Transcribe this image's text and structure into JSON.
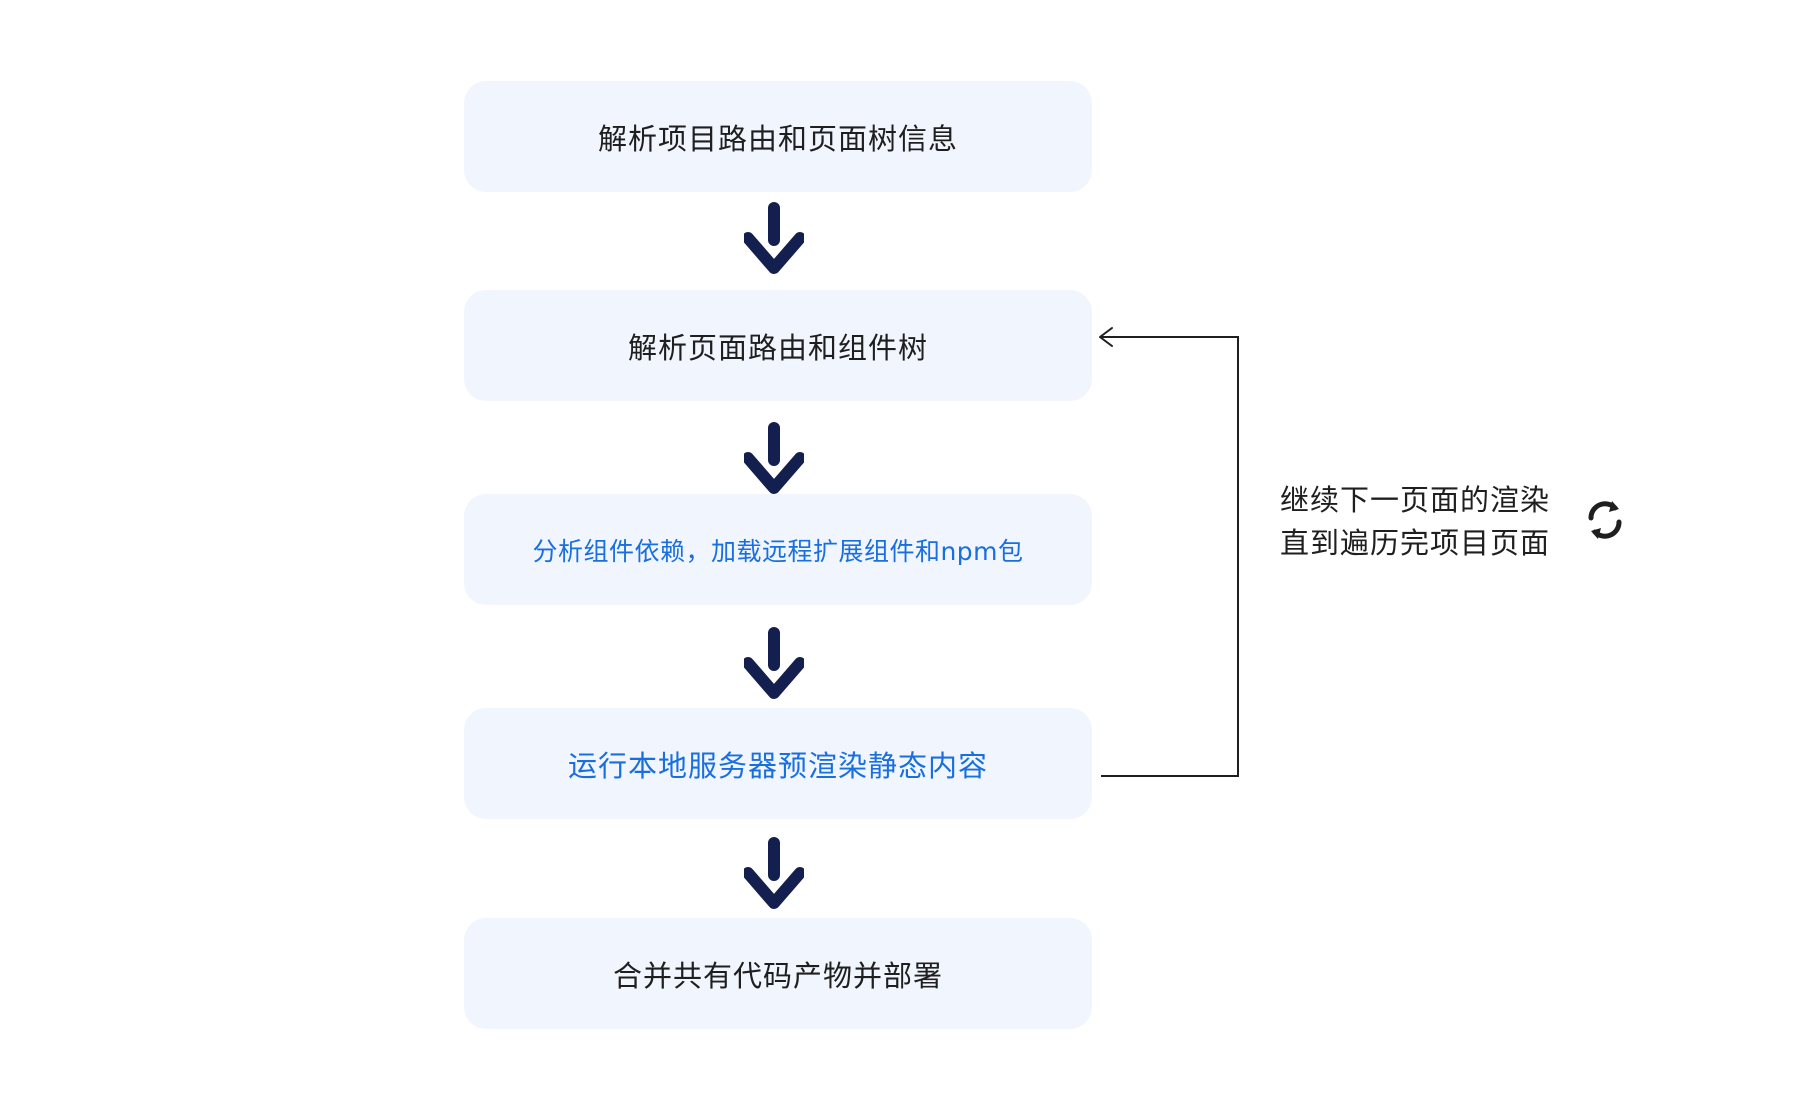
{
  "steps": [
    {
      "label": "解析项目路由和页面树信息",
      "color": "#1f1f1f"
    },
    {
      "label": "解析页面路由和组件树",
      "color": "#1f1f1f"
    },
    {
      "label": "分析组件依赖，加载远程扩展组件和npm包",
      "color": "#1a6fe0"
    },
    {
      "label": "运行本地服务器预渲染静态内容",
      "color": "#1a6fe0"
    },
    {
      "label": "合并共有代码产物并部署",
      "color": "#1f1f1f"
    }
  ],
  "loop": {
    "line1": "继续下一页面的渲染",
    "line2": "直到遍历完项目页面",
    "icon": "refresh-icon"
  },
  "colors": {
    "box_fill": "#f1f6fe",
    "arrow": "#13204f",
    "highlight_text": "#1a6fe0",
    "text": "#1f1f1f"
  }
}
